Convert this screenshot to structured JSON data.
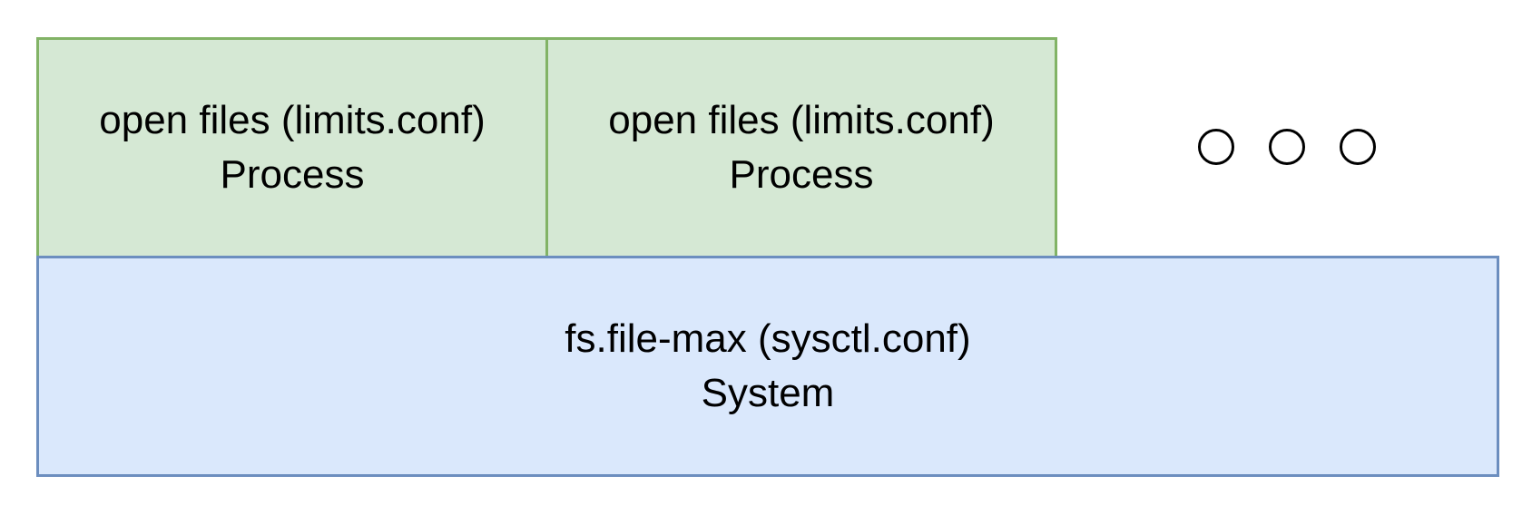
{
  "diagram": {
    "process_boxes": [
      {
        "title": "open files (limits.conf)",
        "subtitle": "Process"
      },
      {
        "title": "open files (limits.conf)",
        "subtitle": "Process"
      }
    ],
    "system_box": {
      "title": "fs.file-max (sysctl.conf)",
      "subtitle": "System"
    },
    "ellipsis": {
      "count": 3,
      "icon": "circle-icon"
    },
    "colors": {
      "process_fill": "#d5e8d4",
      "process_border": "#82b366",
      "system_fill": "#dae8fc",
      "system_border": "#6c8ebf"
    }
  }
}
